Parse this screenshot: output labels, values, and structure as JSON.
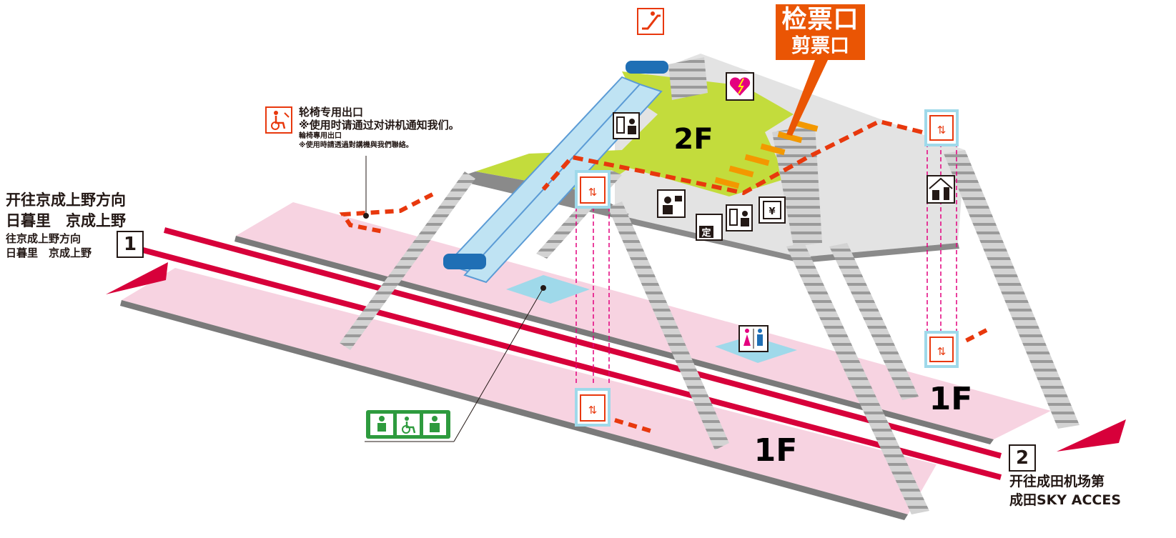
{
  "direction_track1": {
    "zh_line1": "开往京成上野方向",
    "zh_line2": "日暮里　京成上野",
    "tw_line1": "往京成上野方向",
    "tw_line2": "日暮里　京成上野",
    "number": "1"
  },
  "direction_track2": {
    "number": "2",
    "line1": "开往成田机场第",
    "line2": "成田SKY ACCES"
  },
  "ticket_gate": {
    "zh": "检票口",
    "tw": "剪票口"
  },
  "wheelchair_exit": {
    "zh_title": "轮椅专用出口",
    "zh_note": "※使用时请通过对讲机通知我们。",
    "tw_title": "輪椅專用出口",
    "tw_note": "※使用時請透過對講機與我們聯絡。"
  },
  "floors": {
    "upper": "2F",
    "lower_left": "1F",
    "lower_right": "1F"
  },
  "icons": {
    "escalator": "escalator-icon",
    "aed": "aed-icon",
    "elevator": "elevator-icon",
    "ticket_machine": "ticket-machine-icon",
    "station_office": "station-office-icon",
    "commuter_pass": "commuter-pass-icon",
    "atm": "atm-icon",
    "vending": "vending-machine-icon",
    "toilet": "toilet-icon",
    "multipurpose": [
      "baby-care-icon",
      "wheelchair-icon",
      "ostomate-icon"
    ]
  },
  "pass_label": "定",
  "atm_label": "¥",
  "colors": {
    "track": "#d7003a",
    "platform": "#f7d3e1",
    "concourse": "#c3dc3c",
    "gate": "#ea5504",
    "route": "#e8380d",
    "elevator": "#9fd9ea",
    "stairs": "#c8c8c8",
    "service_green": "#2e9b3e"
  }
}
